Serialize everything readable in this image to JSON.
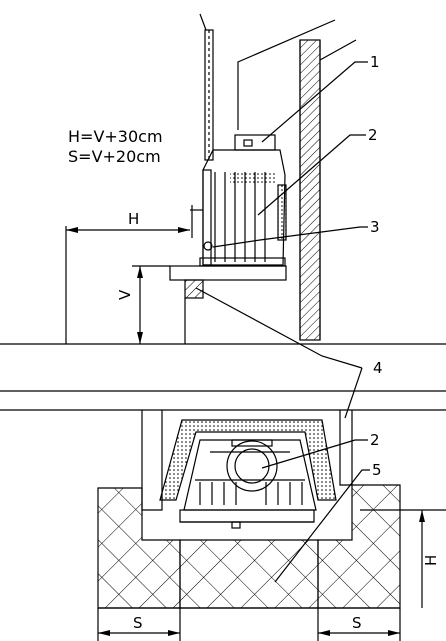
{
  "formulas": {
    "h": "H=V+30cm",
    "s": "S=V+20cm"
  },
  "callouts": {
    "c1": "1",
    "c2a": "2",
    "c3": "3",
    "c4": "4",
    "c2b": "2",
    "c5": "5"
  },
  "dimensions": {
    "h_side": "H",
    "v_side": "V",
    "h_plan": "H",
    "s_left": "S",
    "s_right": "S"
  }
}
